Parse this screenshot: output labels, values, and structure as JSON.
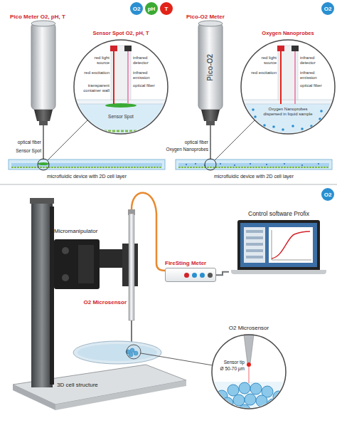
{
  "diagram": {
    "nodes": [
      {
        "text": [
          "O2"
        ]
      },
      {
        "text": [
          "pH"
        ]
      },
      {
        "text": [
          "T"
        ]
      },
      {
        "text": [
          "O2"
        ]
      },
      {
        "text": [
          "O2"
        ]
      },
      {
        "text": [
          "FireSting Meter"
        ]
      },
      {
        "text": [
          "Control software Profix"
        ]
      }
    ],
    "edges": [
      {
        "from": 5,
        "to": 6,
        "arrow": "none"
      }
    ],
    "labels": [
      "Pico Meter O2, pH, T",
      "Sensor Spot O2, pH, T",
      "red light source",
      "infrared detector",
      "red excitation",
      "infrared emission",
      "transparent container wall",
      "optical fiber",
      "Sensor Spot",
      "optical fiber",
      "Sensor Spot",
      "microfluidic device with 2D cell layer",
      "Pico-O2 Meter",
      "Pico-O2",
      "Oxygen Nanoprobes",
      "red light source",
      "infrared detector",
      "red excitation",
      "infrared emission",
      "optical fiber",
      "Oxygen Nanoprobes dispersed in liquid sample",
      "optical fiber",
      "Oxygen Nanoprobes",
      "microfluidic device with 2D cell layer",
      "Micromanipulator",
      "O2 Microsensor",
      "O2 Microsensor",
      "Sensor tip",
      "Ø 50-70 µm",
      "3D cell structure"
    ]
  }
}
